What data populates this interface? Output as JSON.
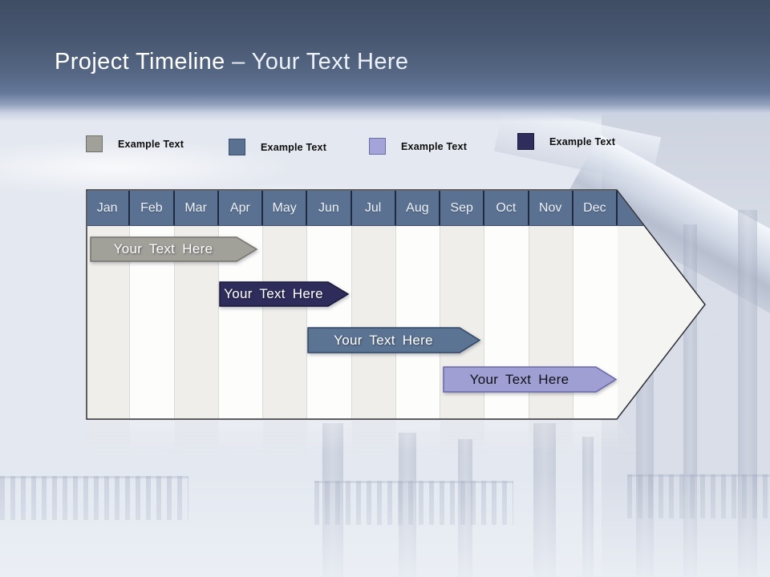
{
  "slide": {
    "title_bold": "Project Timeline",
    "title_light": "– Your Text Here"
  },
  "legend": {
    "items": [
      {
        "label": "Example Text",
        "color": "#a1a099",
        "border": "#70706a"
      },
      {
        "label": "Example Text",
        "color": "#5a7191",
        "border": "#394f6d"
      },
      {
        "label": "Example Text",
        "color": "#a4a4d9",
        "border": "#6d6cab"
      },
      {
        "label": "Example Text",
        "color": "#2e2d5b",
        "border": "#191839"
      }
    ]
  },
  "timeline": {
    "months": [
      "Jan",
      "Feb",
      "Mar",
      "Apr",
      "May",
      "Jun",
      "Jul",
      "Aug",
      "Sep",
      "Oct",
      "Nov",
      "Dec"
    ],
    "header_color": "#5a7191",
    "arrow_fill": "#f4f4f2",
    "arrow_outline": "#2e2e33",
    "bars": [
      {
        "label": "Your Text Here",
        "color": "#a1a099",
        "border": "#74746e",
        "text_color": "#ffffff",
        "start_month": "Jan",
        "end_month": "Apr"
      },
      {
        "label": "Your Text Here",
        "color": "#2e2c5a",
        "border": "#191839",
        "text_color": "#ffffff",
        "start_month": "Apr",
        "end_month": "Jun"
      },
      {
        "label": "Your Text Here",
        "color": "#5b7493",
        "border": "#2f4765",
        "text_color": "#ffffff",
        "start_month": "Jun",
        "end_month": "Oct"
      },
      {
        "label": "Your Text Here",
        "color": "#9f9fd4",
        "border": "#6968a6",
        "text_color": "#101018",
        "start_month": "Sep",
        "end_month": "Dec"
      }
    ]
  }
}
